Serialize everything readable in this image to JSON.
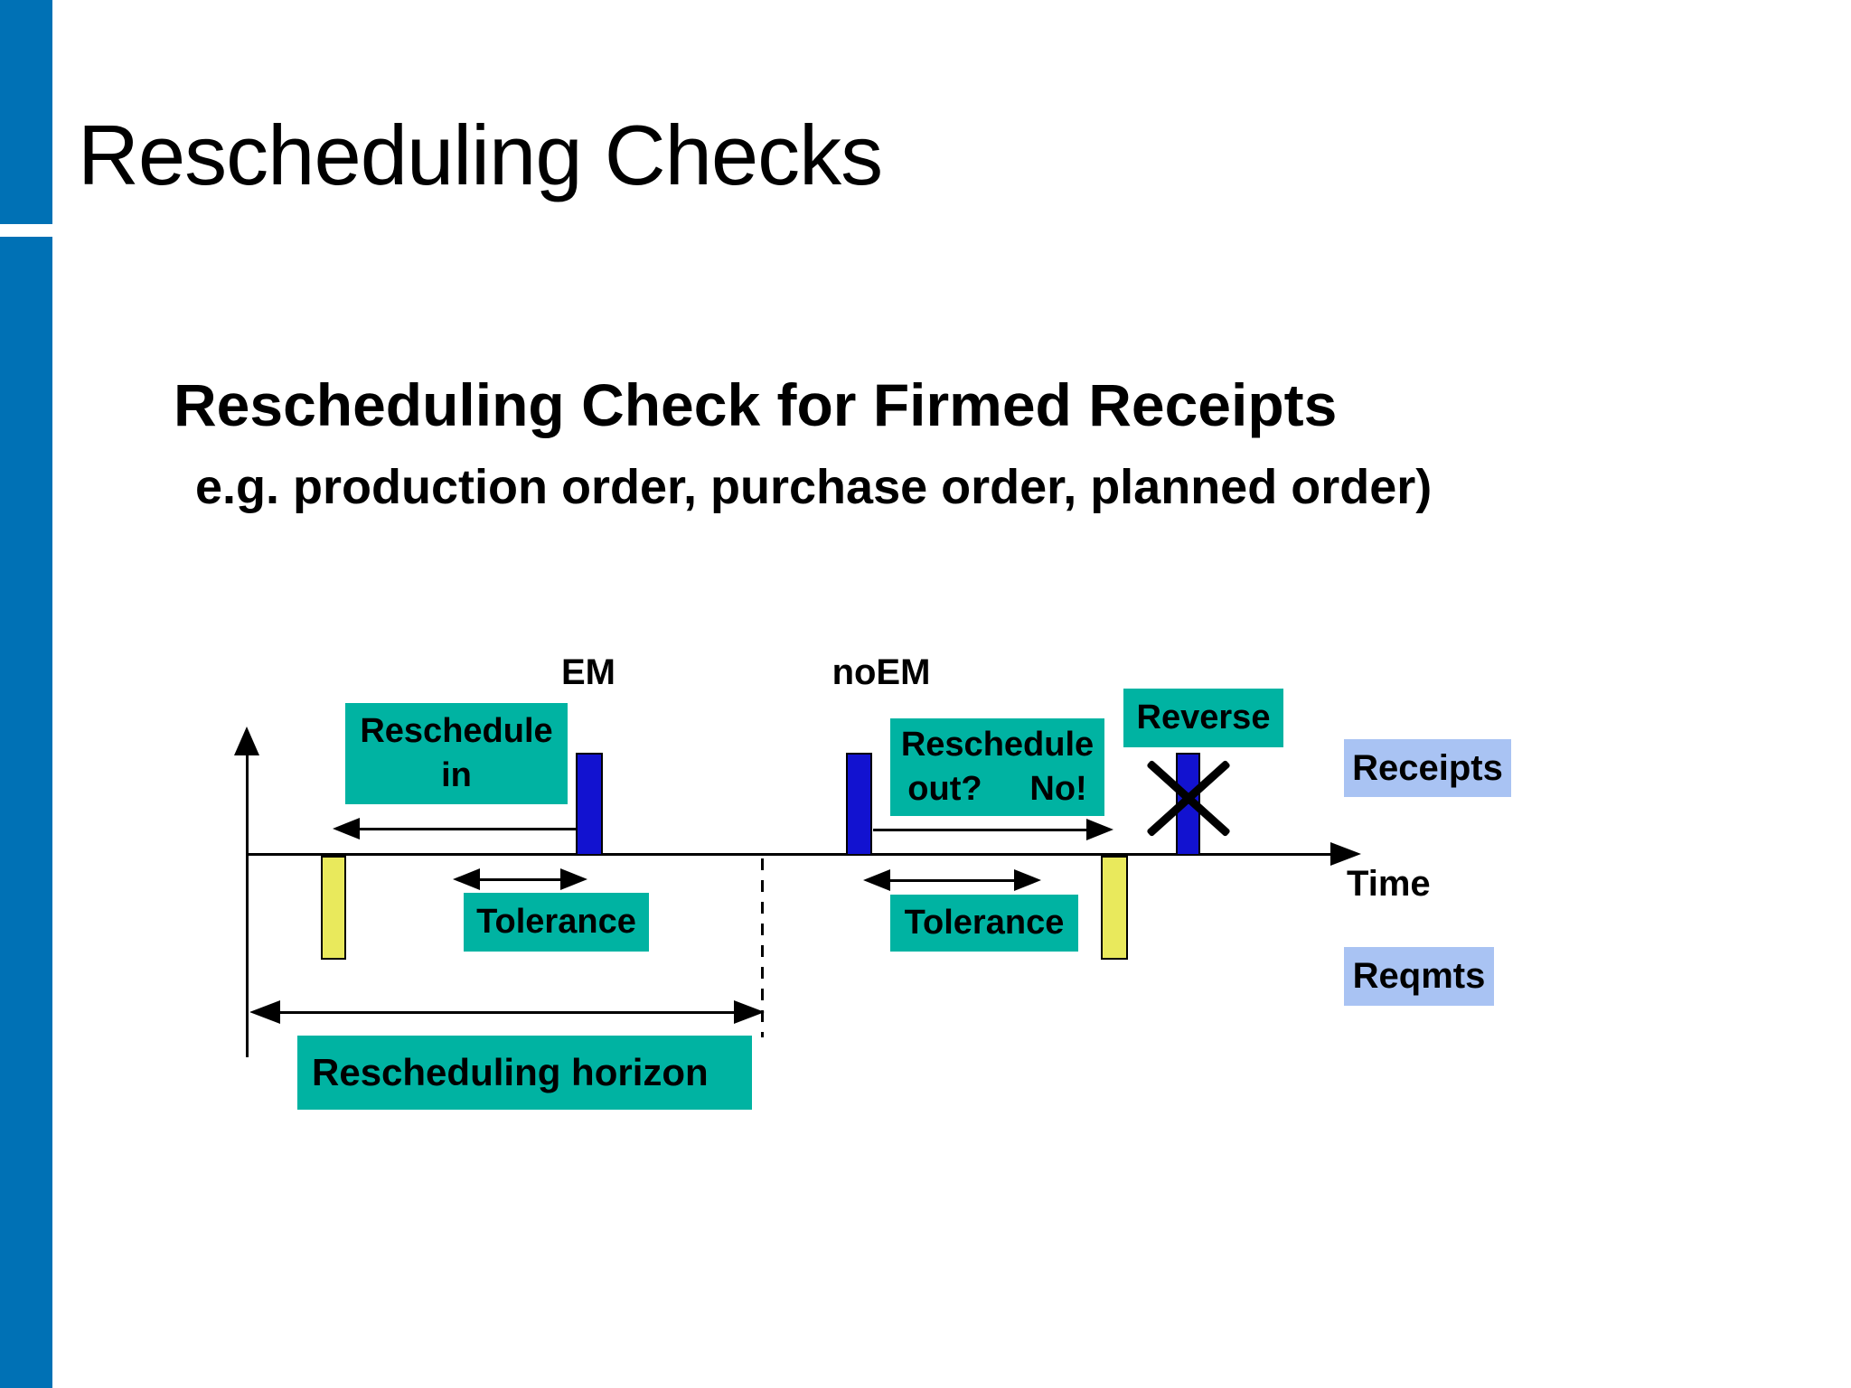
{
  "colors": {
    "accent": "#0071b5",
    "teal": "#00b3a2",
    "bar_blue": "#1212d0",
    "bar_yellow": "#e9e95c",
    "label_blue": "#a9c3f3",
    "ink": "#000000",
    "bg": "#ffffff"
  },
  "header": {
    "title": "Rescheduling Checks",
    "subtitle": "Rescheduling Check for Firmed Receipts",
    "subtitle2": "e.g. production order, purchase order, planned order)"
  },
  "diagram": {
    "labels": {
      "em": "EM",
      "noem": "noEM",
      "reschedule_in": "Reschedule\nin",
      "reschedule_out": "Reschedule\nout?     No!",
      "reverse": "Reverse",
      "tolerance_left": "Tolerance",
      "tolerance_right": "Tolerance",
      "horizon": "Rescheduling horizon",
      "receipts": "Receipts",
      "reqmts": "Reqmts",
      "time": "Time"
    }
  }
}
